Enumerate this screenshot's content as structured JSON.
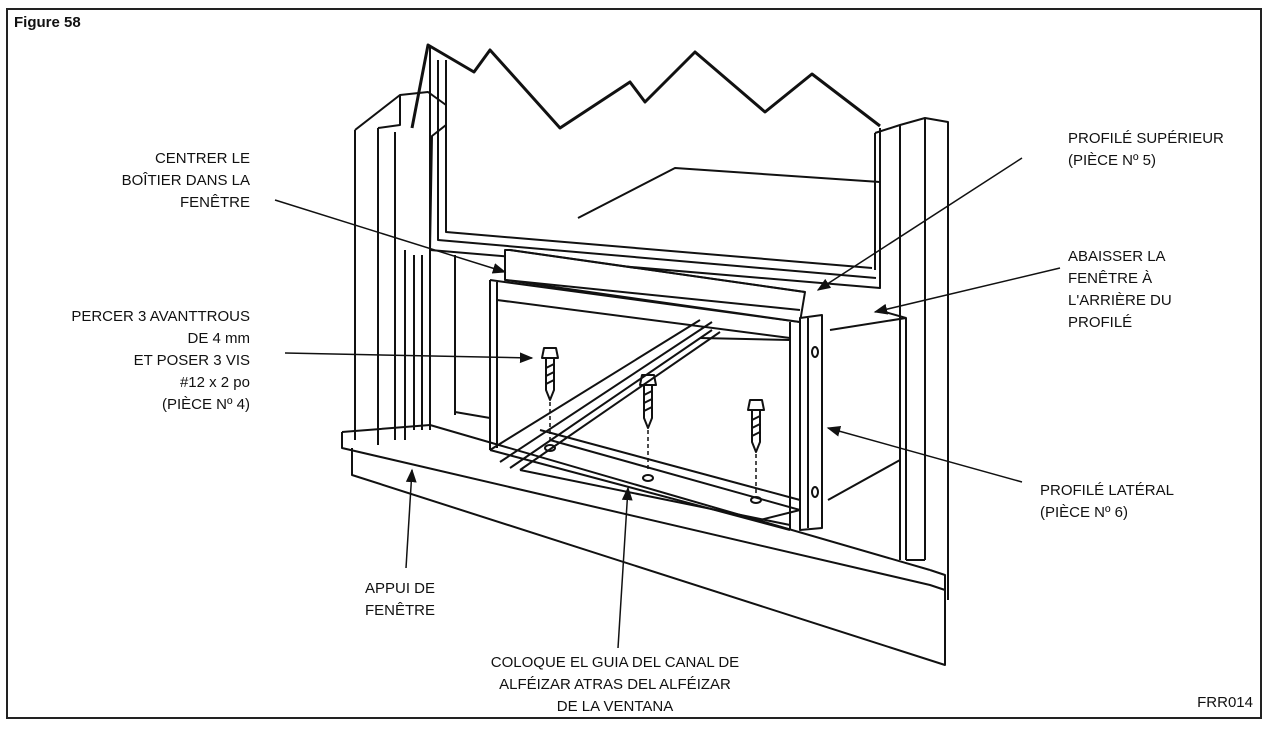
{
  "figure_title": "Figure 58",
  "figure_code": "FRR014",
  "callouts": {
    "center_box": [
      "CENTRER LE",
      "BOÎTIER DANS LA",
      "FENÊTRE"
    ],
    "drill_holes": [
      "PERCER 3 AVANTTROUS",
      "DE 4 mm",
      "ET POSER 3 VIS",
      "#12 x 2 po",
      "(PIÈCE Nº 4)"
    ],
    "window_sill": [
      "APPUI DE",
      "FENÊTRE"
    ],
    "sill_channel": [
      "COLOQUE EL GUIA DEL CANAL DE",
      "ALFÉIZAR ATRAS DEL ALFÉIZAR",
      "DE LA VENTANA"
    ],
    "top_profile": [
      "PROFILÉ SUPÉRIEUR",
      "(PIÈCE Nº 5)"
    ],
    "lower_window": [
      "ABAISSER LA",
      "FENÊTRE À",
      "L'ARRIÈRE DU",
      "PROFILÉ"
    ],
    "side_profile": [
      "PROFILÉ LATÉRAL",
      "(PIÈCE Nº 6)"
    ]
  }
}
